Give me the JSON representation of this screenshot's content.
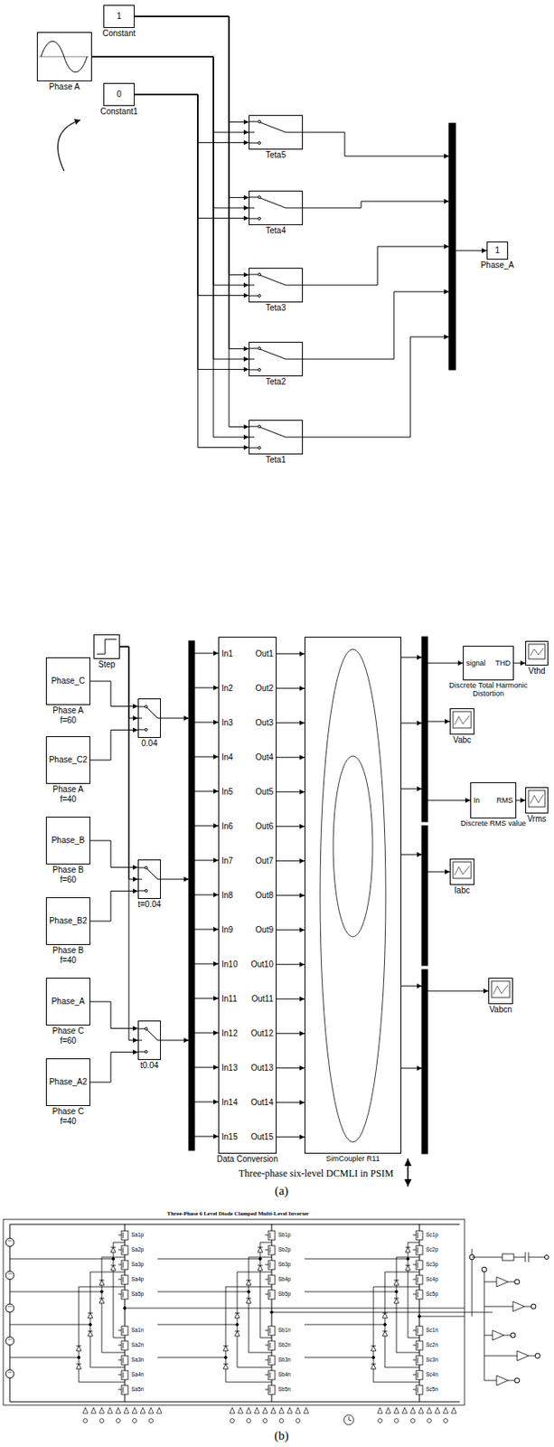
{
  "diagram": {
    "nodes": [
      {
        "text": [
          "1",
          "Constant"
        ]
      },
      {
        "text": [
          "Phase A"
        ]
      },
      {
        "text": [
          "0",
          "Constant1"
        ]
      },
      {
        "text": [
          "Teta5"
        ]
      },
      {
        "text": [
          "Teta4"
        ]
      },
      {
        "text": [
          "Teta3"
        ]
      },
      {
        "text": [
          "Teta2"
        ]
      },
      {
        "text": [
          "Teta1"
        ]
      },
      {
        "text": [
          "1",
          "Phase_A"
        ]
      },
      {
        "text": [
          "Phase_C",
          "Phase A f=60"
        ]
      },
      {
        "text": [
          "Step"
        ]
      },
      {
        "text": [
          "0.04"
        ]
      },
      {
        "text": [
          "Phase_C2",
          "Phase A f=40"
        ]
      },
      {
        "text": [
          "Phase_B",
          "Phase B f=60"
        ]
      },
      {
        "text": [
          "t=0.04"
        ]
      },
      {
        "text": [
          "Phase_B2",
          "Phase B f=40"
        ]
      },
      {
        "text": [
          "Phase_A",
          "Phase C f=60"
        ]
      },
      {
        "text": [
          "t0.04"
        ]
      },
      {
        "text": [
          "Phase_A2",
          "Phase C f=40"
        ]
      },
      {
        "text": [
          "In1",
          "In2",
          "In3",
          "In4",
          "In5",
          "In6",
          "In7",
          "In8",
          "In9",
          "In10",
          "In11",
          "In12",
          "In13",
          "In14",
          "In15",
          "Out1",
          "Out2",
          "Out3",
          "Out4",
          "Out5",
          "Out6",
          "Out7",
          "Out8",
          "Out9",
          "Out10",
          "Out11",
          "Out12",
          "Out13",
          "Out14",
          "Out15",
          "Data Conversion"
        ]
      },
      {
        "text": [
          "SimCoupler R11"
        ]
      },
      {
        "text": [
          "signal",
          "THD",
          "Discrete Total Harmonic Distortion"
        ]
      },
      {
        "text": [
          "Vthd"
        ]
      },
      {
        "text": [
          "Vabc"
        ]
      },
      {
        "text": [
          "In",
          "RMS",
          "Discrete RMS value"
        ]
      },
      {
        "text": [
          "Vrms"
        ]
      },
      {
        "text": [
          "Iabc"
        ]
      },
      {
        "text": [
          "Vabcn"
        ]
      }
    ],
    "edges": [
      {
        "from": 0,
        "to": 3,
        "arrow": "to"
      },
      {
        "from": 0,
        "to": 4,
        "arrow": "to"
      },
      {
        "from": 0,
        "to": 5,
        "arrow": "to"
      },
      {
        "from": 0,
        "to": 6,
        "arrow": "to"
      },
      {
        "from": 0,
        "to": 7,
        "arrow": "to"
      },
      {
        "from": 1,
        "to": 3,
        "arrow": "to"
      },
      {
        "from": 1,
        "to": 4,
        "arrow": "to"
      },
      {
        "from": 1,
        "to": 5,
        "arrow": "to"
      },
      {
        "from": 1,
        "to": 6,
        "arrow": "to"
      },
      {
        "from": 1,
        "to": 7,
        "arrow": "to"
      },
      {
        "from": 2,
        "to": 3,
        "arrow": "to"
      },
      {
        "from": 2,
        "to": 4,
        "arrow": "to"
      },
      {
        "from": 2,
        "to": 5,
        "arrow": "to"
      },
      {
        "from": 2,
        "to": 6,
        "arrow": "to"
      },
      {
        "from": 2,
        "to": 7,
        "arrow": "to"
      },
      {
        "from": 9,
        "to": 11,
        "arrow": "to"
      },
      {
        "from": 10,
        "to": 11,
        "arrow": "to"
      },
      {
        "from": 12,
        "to": 11,
        "arrow": "to"
      },
      {
        "from": 13,
        "to": 14,
        "arrow": "to"
      },
      {
        "from": 10,
        "to": 14,
        "arrow": "to"
      },
      {
        "from": 15,
        "to": 14,
        "arrow": "to"
      },
      {
        "from": 16,
        "to": 17,
        "arrow": "to"
      },
      {
        "from": 10,
        "to": 17,
        "arrow": "to"
      },
      {
        "from": 18,
        "to": 17,
        "arrow": "to"
      },
      {
        "from": 19,
        "to": 20,
        "arrow": "to"
      },
      {
        "from": 19,
        "to": 20,
        "arrow": "to"
      },
      {
        "from": 19,
        "to": 20,
        "arrow": "to"
      },
      {
        "from": 19,
        "to": 20,
        "arrow": "to"
      },
      {
        "from": 19,
        "to": 20,
        "arrow": "to"
      },
      {
        "from": 19,
        "to": 20,
        "arrow": "to"
      },
      {
        "from": 19,
        "to": 20,
        "arrow": "to"
      },
      {
        "from": 19,
        "to": 20,
        "arrow": "to"
      },
      {
        "from": 19,
        "to": 20,
        "arrow": "to"
      },
      {
        "from": 19,
        "to": 20,
        "arrow": "to"
      },
      {
        "from": 19,
        "to": 20,
        "arrow": "to"
      },
      {
        "from": 19,
        "to": 20,
        "arrow": "to"
      },
      {
        "from": 19,
        "to": 20,
        "arrow": "to"
      },
      {
        "from": 19,
        "to": 20,
        "arrow": "to"
      },
      {
        "from": 19,
        "to": 20,
        "arrow": "to"
      },
      {
        "from": 21,
        "to": 22,
        "arrow": "to"
      },
      {
        "from": 24,
        "to": 25,
        "arrow": "to"
      }
    ],
    "labels": [
      "Three-phase six-level DCMLI in PSIM",
      "(a)",
      "Three-Phase 6 Level Diode Clamped Multi-Level Inverter",
      "Sa1p",
      "Sa2p",
      "Sa3p",
      "Sa4p",
      "Sa5p",
      "Sa1n",
      "Sa2n",
      "Sa3n",
      "Sa4n",
      "Sa5n",
      "Sb1p",
      "Sb2p",
      "Sb3p",
      "Sb4p",
      "Sb5p",
      "Sb1n",
      "Sb2n",
      "Sb3n",
      "Sb4n",
      "Sb5n",
      "Sc1p",
      "Sc2p",
      "Sc3p",
      "Sc4p",
      "Sc5p",
      "Sc1n",
      "Sc2n",
      "Sc3n",
      "Sc4n",
      "Sc5n",
      "(b)"
    ]
  }
}
